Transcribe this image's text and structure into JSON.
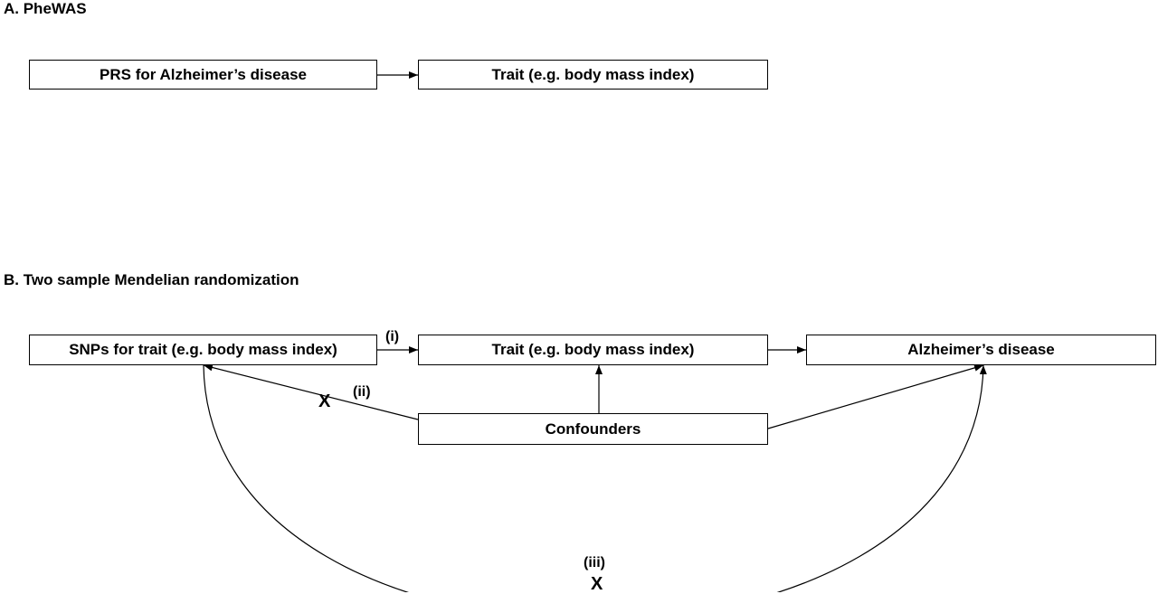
{
  "panel_a": {
    "title": "A. PheWAS",
    "nodes": {
      "prs": "PRS for Alzheimer’s disease",
      "trait": "Trait  (e.g. body mass index)"
    }
  },
  "panel_b": {
    "title": "B. Two sample Mendelian randomization",
    "nodes": {
      "snps": "SNPs for trait (e.g. body mass index)",
      "trait": "Trait (e.g. body mass index)",
      "alzheimers": "Alzheimer’s disease",
      "confounders": "Confounders"
    },
    "edge_labels": {
      "i": "(i)",
      "ii": "(ii)",
      "iii": "(iii)"
    },
    "blocked_marks": {
      "ii": "X",
      "iii": "X"
    }
  }
}
